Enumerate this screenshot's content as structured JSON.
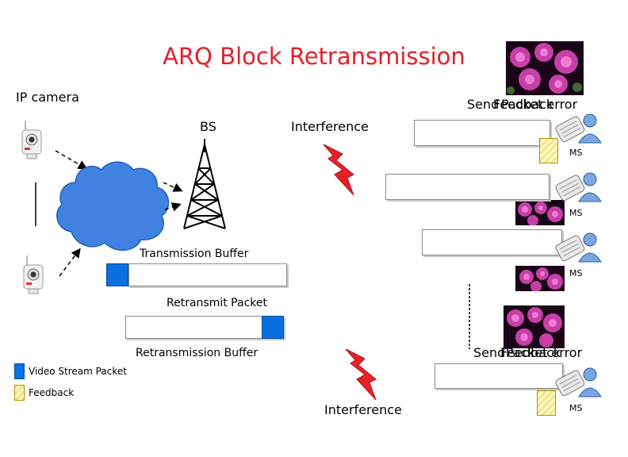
{
  "title": "ARQ Block Retransmission",
  "labels": {
    "ip_camera": "IP camera",
    "bs": "BS",
    "interference_top": "Interference",
    "interference_bottom": "Interference",
    "transmission_buffer": "Transmission Buffer",
    "retransmit_packet": "Retransmit Packet",
    "retransmission_buffer": "Retransmission Buffer",
    "send_top_a": "Send",
    "send_top_b": "Feedback",
    "send_top_c": "Packet error",
    "send_bottom_a": "Send",
    "send_bottom_b": "Feedback",
    "send_bottom_c": "Packet error"
  },
  "ms_labels": [
    "MS",
    "MS",
    "MS",
    "MS"
  ],
  "legend": [
    {
      "text": "Video Stream Packet",
      "swatch": "video-packet"
    },
    {
      "text": "Feedback",
      "swatch": "feedback"
    }
  ],
  "colors": {
    "title": "#e3202b",
    "packet": "#0a6fe0",
    "cloud": "#3f82e0",
    "feedback": "#f9e47a",
    "lightning": "#e8202a"
  }
}
